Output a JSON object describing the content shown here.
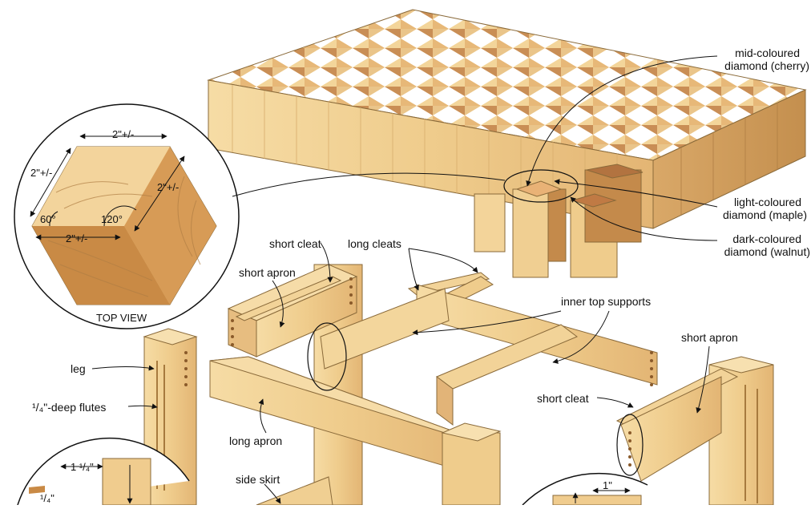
{
  "labels": {
    "mid_diamond_1": "mid-coloured",
    "mid_diamond_2": "diamond (cherry)",
    "light_diamond_1": "light-coloured",
    "light_diamond_2": "diamond (maple)",
    "dark_diamond_1": "dark-coloured",
    "dark_diamond_2": "diamond (walnut)",
    "short_cleat_top": "short cleat",
    "long_cleats": "long cleats",
    "short_apron_left": "short apron",
    "inner_top_supports": "inner top supports",
    "short_apron_right": "short apron",
    "leg": "leg",
    "flutes": "¹/₄\"-deep flutes",
    "short_cleat_right": "short cleat",
    "long_apron": "long apron",
    "side_skirt": "side skirt",
    "top_view": "TOP VIEW"
  },
  "dimensions": {
    "width_top": "2\"+/-",
    "side_left": "2\"+/-",
    "side_right": "2\"+/-",
    "bottom": "2\"+/-",
    "angle_60": "60°",
    "angle_120": "120°",
    "inset_1_quarter": "1 ¹/₄\"",
    "inset_frac": "¹/₄\"",
    "inset_1in": "1\""
  }
}
